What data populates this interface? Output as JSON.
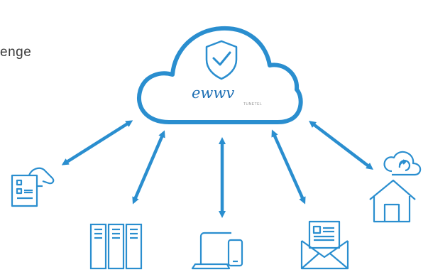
{
  "partial_text": "enge",
  "brand": {
    "logo_text": "ewwv",
    "subtitle": "TUNETEL"
  },
  "colors": {
    "primary": "#2a8ecf",
    "icon_stroke": "#2a8ecf",
    "text": "#3a3a3a"
  },
  "nodes": [
    {
      "name": "document-clipboard-icon"
    },
    {
      "name": "server-rack-icon"
    },
    {
      "name": "devices-icon"
    },
    {
      "name": "mail-icon"
    },
    {
      "name": "cloud-home-icon"
    }
  ]
}
